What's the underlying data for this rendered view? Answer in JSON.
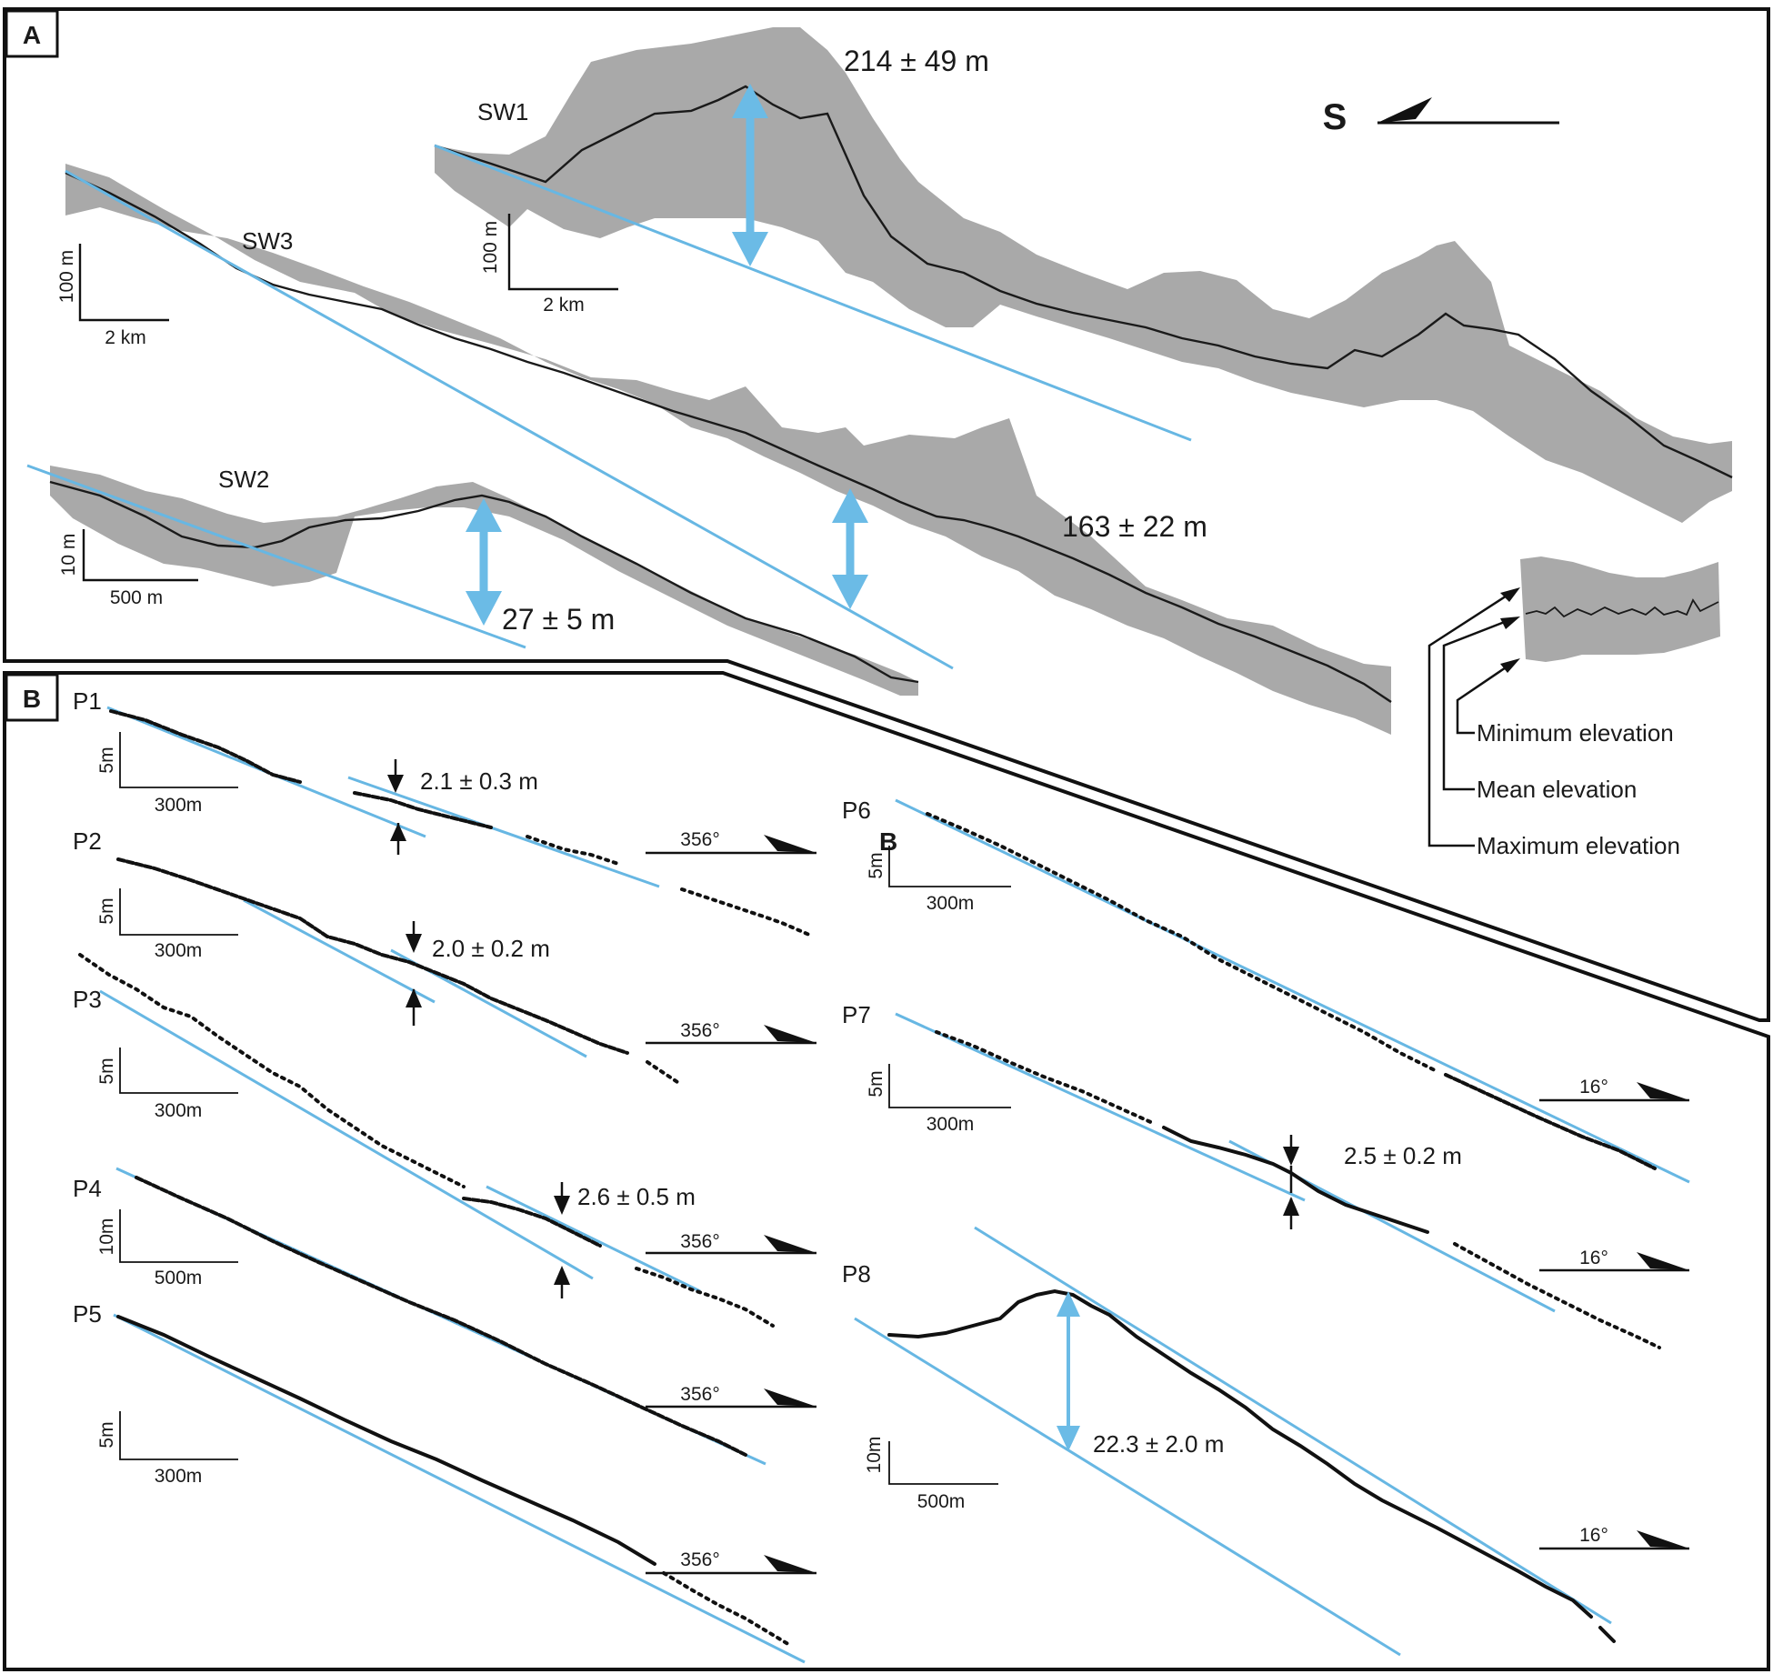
{
  "panel_a": {
    "letter": "A",
    "direction_label": "S",
    "profiles": {
      "sw1": {
        "name": "SW1",
        "offset": "214 ± 49 m",
        "scale_v": "100 m",
        "scale_h": "2 km"
      },
      "sw2": {
        "name": "SW2",
        "offset": "27 ± 5  m",
        "scale_v": "10 m",
        "scale_h": "500 m"
      },
      "sw3": {
        "name": "SW3",
        "offset": "163 ± 22  m",
        "scale_v": "100 m",
        "scale_h": "2 km"
      }
    },
    "legend": {
      "min": "Minimum elevation",
      "mean": "Mean elevation",
      "max": "Maximum elevation"
    }
  },
  "panel_b": {
    "letter": "B",
    "inner_letter": "B",
    "profiles": {
      "p1": {
        "name": "P1",
        "scale_v": "5m",
        "scale_h": "300m",
        "offset": "2.1 ± 0.3 m",
        "azimuth": "356°"
      },
      "p2": {
        "name": "P2",
        "scale_v": "5m",
        "scale_h": "300m",
        "offset": "2.0 ± 0.2 m",
        "azimuth": "356°"
      },
      "p3": {
        "name": "P3",
        "scale_v": "5m",
        "scale_h": "300m",
        "offset": "2.6 ± 0.5 m",
        "azimuth": "356°"
      },
      "p4": {
        "name": "P4",
        "scale_v": "10m",
        "scale_h": "500m",
        "azimuth": "356°"
      },
      "p5": {
        "name": "P5",
        "scale_v": "5m",
        "scale_h": "300m",
        "azimuth": "356°"
      },
      "p6": {
        "name": "P6",
        "scale_v": "5m",
        "scale_h": "300m",
        "azimuth": "16°"
      },
      "p7": {
        "name": "P7",
        "scale_v": "5m",
        "scale_h": "300m",
        "offset": "2.5 ± 0.2 m",
        "azimuth": "16°"
      },
      "p8": {
        "name": "P8",
        "scale_v": "10m",
        "scale_h": "500m",
        "offset": "22.3 ± 2.0 m",
        "azimuth": "16°"
      }
    }
  },
  "colors": {
    "fit_line": "#67b7e3",
    "band": "#a9a9a9",
    "profile": "#1a1a1a"
  }
}
